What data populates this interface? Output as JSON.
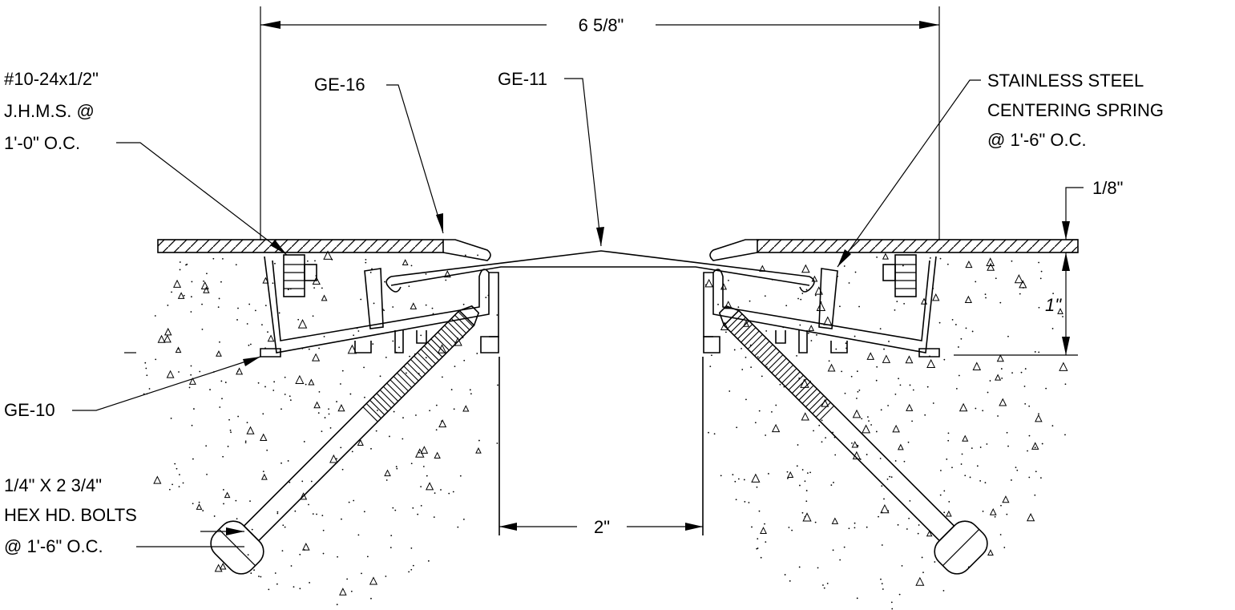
{
  "dimensions": {
    "overall_width": "6 5/8\"",
    "gap_width": "2\"",
    "plate_thickness": "1/8\"",
    "frame_depth": "1\""
  },
  "callouts": {
    "screw": [
      "#10-24x1/2\"",
      "J.H.M.S. @",
      "1'-0\" O.C."
    ],
    "cover_plate": "GE-16",
    "center_plate": "GE-11",
    "spring": [
      "STAINLESS STEEL",
      "CENTERING SPRING",
      "@ 1'-6\" O.C."
    ],
    "frame": "GE-10",
    "bolts": [
      "1/4\" X 2 3/4\"",
      "HEX HD. BOLTS",
      "@ 1'-6\" O.C."
    ]
  }
}
